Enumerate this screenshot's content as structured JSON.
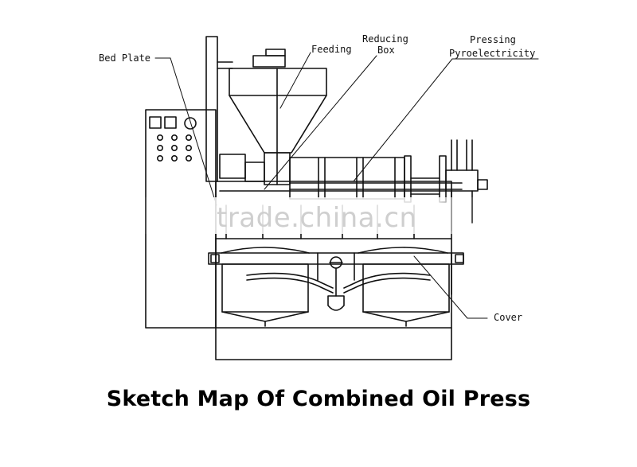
{
  "labels": {
    "bed_plate": "Bed Plate",
    "feeding": "Feeding",
    "reducing_line1": "Reducing",
    "reducing_line2": "Box",
    "pressing_line1": "Pressing",
    "pressing_line2": "Pyroelectricity",
    "cover": "Cover"
  },
  "watermark": "trade.china.cn",
  "title": "Sketch Map Of Combined Oil Press"
}
